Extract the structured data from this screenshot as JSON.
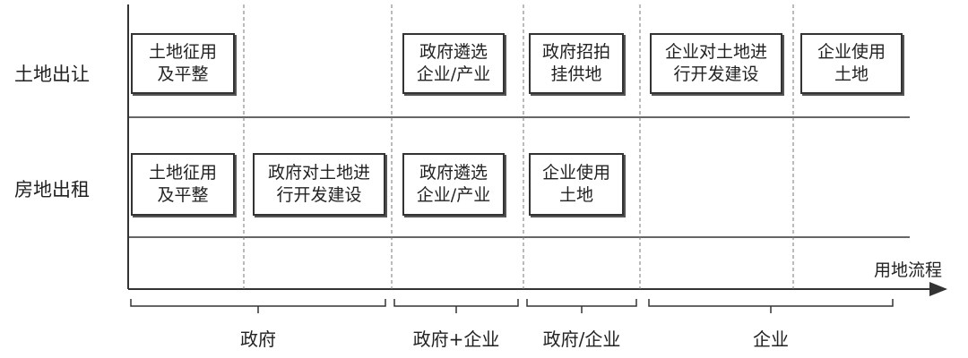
{
  "rows": [
    {
      "label": "土地出让"
    },
    {
      "label": "房地出租"
    }
  ],
  "axis_label": "用地流程",
  "top_boxes": [
    {
      "line1": "土地征用",
      "line2": "及平整"
    },
    {
      "line1": "政府遴选",
      "line2": "企业/产业"
    },
    {
      "line1": "政府招拍",
      "line2": "挂供地"
    },
    {
      "line1": "企业对土地进",
      "line2": "行开发建设"
    },
    {
      "line1": "企业使用",
      "line2": "土地"
    }
  ],
  "bottom_boxes": [
    {
      "line1": "土地征用",
      "line2": "及平整"
    },
    {
      "line1": "政府对土地进",
      "line2": "行开发建设"
    },
    {
      "line1": "政府遴选",
      "line2": "企业/产业"
    },
    {
      "line1": "企业使用",
      "line2": "土地"
    }
  ],
  "groups": [
    {
      "label": "政府"
    },
    {
      "label": "政府+企业"
    },
    {
      "label": "政府/企业"
    },
    {
      "label": "企业"
    }
  ]
}
